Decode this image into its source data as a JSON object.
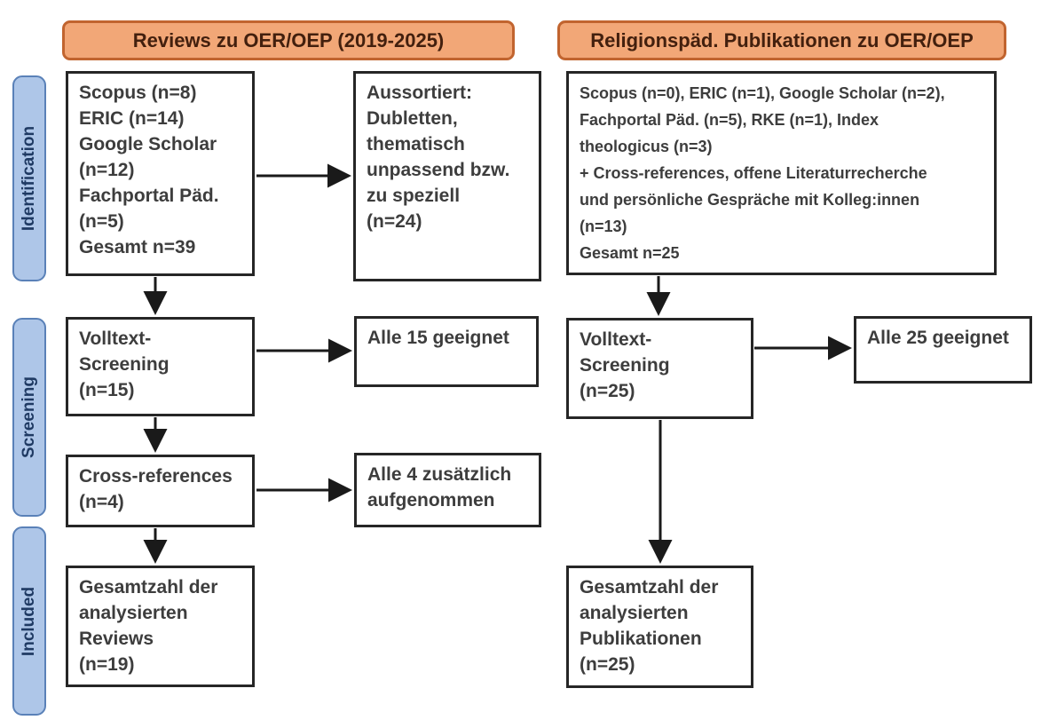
{
  "diagram": {
    "headers": {
      "left": "Reviews zu OER/OEP (2019-2025)",
      "right": "Religionspäd. Publikationen zu OER/OEP"
    },
    "stage_labels": [
      "Identification",
      "Screening",
      "Included"
    ],
    "left_flow": {
      "sources": [
        "Scopus (n=8)",
        "ERIC (n=14)",
        "Google Scholar",
        "(n=12)",
        "Fachportal Päd.",
        "(n=5)",
        "Gesamt n=39"
      ],
      "excluded": [
        "Aussortiert:",
        "Dubletten,",
        "thematisch",
        "unpassend bzw.",
        "zu speziell",
        "(n=24)"
      ],
      "fulltext_screening": [
        "Volltext-",
        "Screening",
        "(n=15)"
      ],
      "fulltext_result": [
        "Alle 15 geeignet"
      ],
      "cross_references": [
        "Cross-references",
        "(n=4)"
      ],
      "cross_references_result": [
        "Alle 4 zusätzlich",
        "aufgenommen"
      ],
      "included_total": [
        "Gesamtzahl der",
        "analysierten",
        "Reviews",
        "(n=19)"
      ]
    },
    "right_flow": {
      "sources": [
        "Scopus (n=0), ERIC (n=1), Google Scholar (n=2),",
        "Fachportal Päd. (n=5), RKE (n=1), Index",
        "theologicus (n=3)",
        "+ Cross-references, offene Literaturrecherche",
        "und persönliche Gespräche mit Kolleg:innen",
        "(n=13)",
        "Gesamt n=25"
      ],
      "fulltext_screening": [
        "Volltext-",
        "Screening",
        "(n=25)"
      ],
      "fulltext_result": [
        "Alle 25 geeignet"
      ],
      "included_total": [
        "Gesamtzahl der",
        "analysierten",
        "Publikationen",
        "(n=25)"
      ]
    },
    "colors": {
      "header-fill": "#f2a777",
      "header-border": "#c1642f",
      "header-text": "#43200e",
      "stage-fill": "#aec6e8",
      "stage-border": "#5a81b8",
      "stage-text": "#1f3a63",
      "box-border": "#262626",
      "box-text": "#3d3d3d",
      "arrow": "#1a1a1a"
    }
  }
}
